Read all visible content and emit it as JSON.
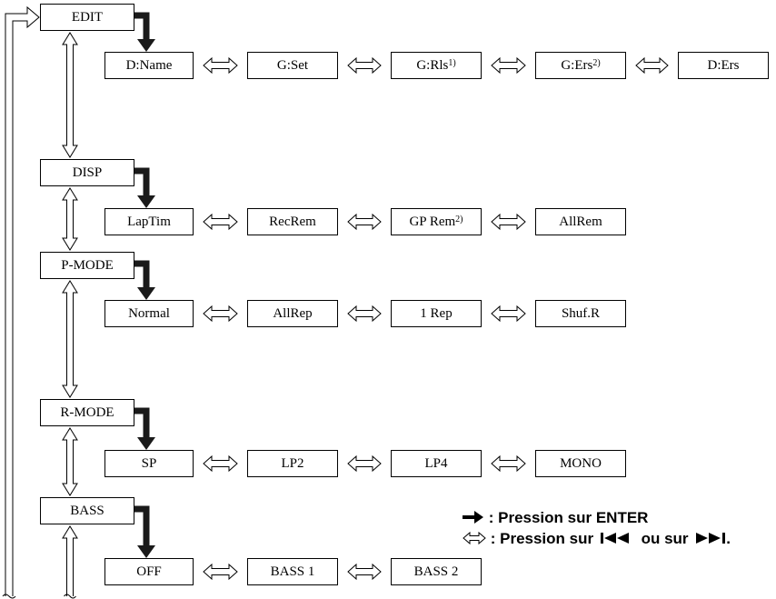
{
  "menus": [
    {
      "label": "EDIT",
      "items": [
        {
          "label": "D:Name"
        },
        {
          "label": "G:Set"
        },
        {
          "label": "G:Rls",
          "sup": "1)"
        },
        {
          "label": "G:Ers",
          "sup": "2)"
        },
        {
          "label": "D:Ers"
        }
      ]
    },
    {
      "label": "DISP",
      "items": [
        {
          "label": "LapTim"
        },
        {
          "label": "RecRem"
        },
        {
          "label": "GP Rem",
          "sup": "2)"
        },
        {
          "label": "AllRem"
        }
      ]
    },
    {
      "label": "P-MODE",
      "items": [
        {
          "label": "Normal"
        },
        {
          "label": "AllRep"
        },
        {
          "label": "1 Rep"
        },
        {
          "label": "Shuf.R"
        }
      ]
    },
    {
      "label": "R-MODE",
      "items": [
        {
          "label": "SP"
        },
        {
          "label": "LP2"
        },
        {
          "label": "LP4"
        },
        {
          "label": "MONO"
        }
      ]
    },
    {
      "label": "BASS",
      "items": [
        {
          "label": "OFF"
        },
        {
          "label": "BASS 1"
        },
        {
          "label": "BASS 2"
        }
      ]
    }
  ],
  "legend": {
    "enter_text": ": Pression sur ENTER",
    "skip_text_a": ": Pression sur",
    "skip_text_or": "ou sur",
    "period": "."
  }
}
